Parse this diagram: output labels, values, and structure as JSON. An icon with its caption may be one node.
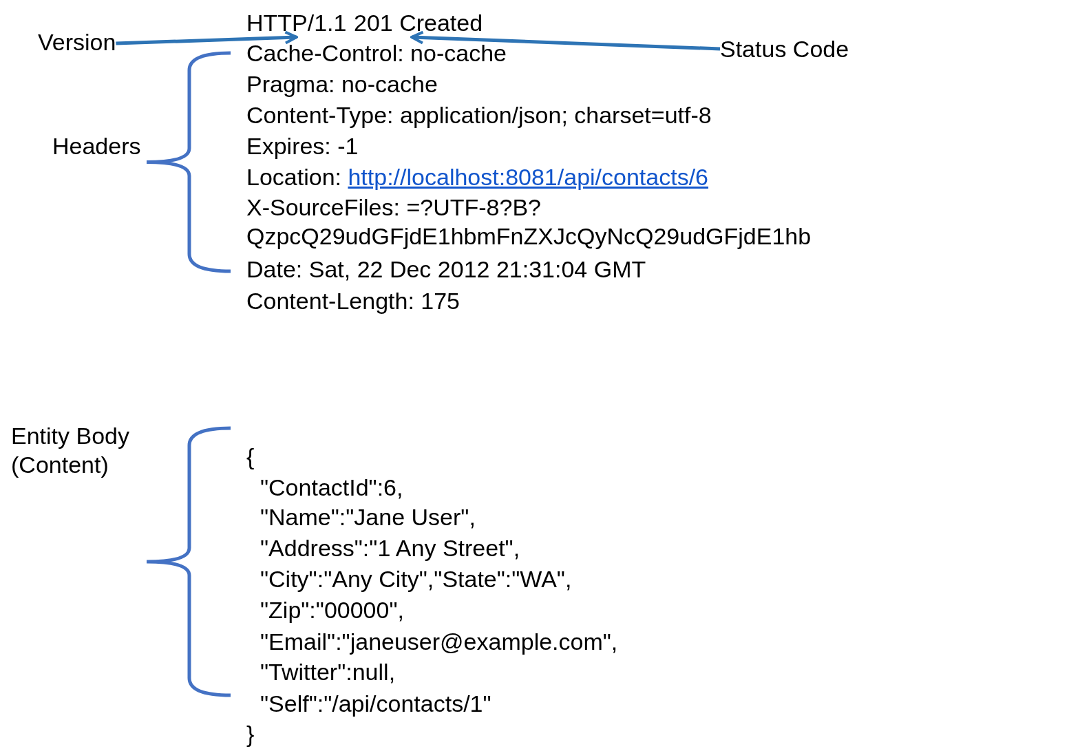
{
  "diagram": {
    "nodes": [
      {
        "text": [
          "Version"
        ]
      },
      {
        "text": [
          "HTTP/1.1"
        ]
      },
      {
        "text": [
          "201 Created"
        ]
      },
      {
        "text": [
          "Status Code"
        ]
      }
    ],
    "edges": [
      {
        "from": 0,
        "to": 1,
        "arrow": "to"
      },
      {
        "from": 3,
        "to": 2,
        "arrow": "to"
      }
    ],
    "labels": [
      "Cache-Control: no-cache",
      "Pragma: no-cache",
      "Content-Type: application/json; charset=utf-8",
      "Expires: -1",
      "Location: http://localhost:8081/api/contacts/6",
      "X-SourceFiles: =?UTF-8?B? QzpcQ29udGFjdE1hbmFnZXJcQyNcQ29udGFjdE1hb",
      "Date: Sat, 22 Dec 2012 21:31:04 GMT",
      "Content-Length: 175",
      "Headers",
      "Entity Body (Content)",
      "{",
      "\"ContactId\":6,",
      "\"Name\":\"Jane User\",",
      "\"Address\":\"1 Any Street\",",
      "\"City\":\"Any City\",\"State\":\"WA\",",
      "\"Zip\":\"00000\",",
      "\"Email\":\"janeuser@example.com\",",
      "\"Twitter\":null,",
      "\"Self\":\"/api/contacts/1\"",
      "}"
    ]
  }
}
